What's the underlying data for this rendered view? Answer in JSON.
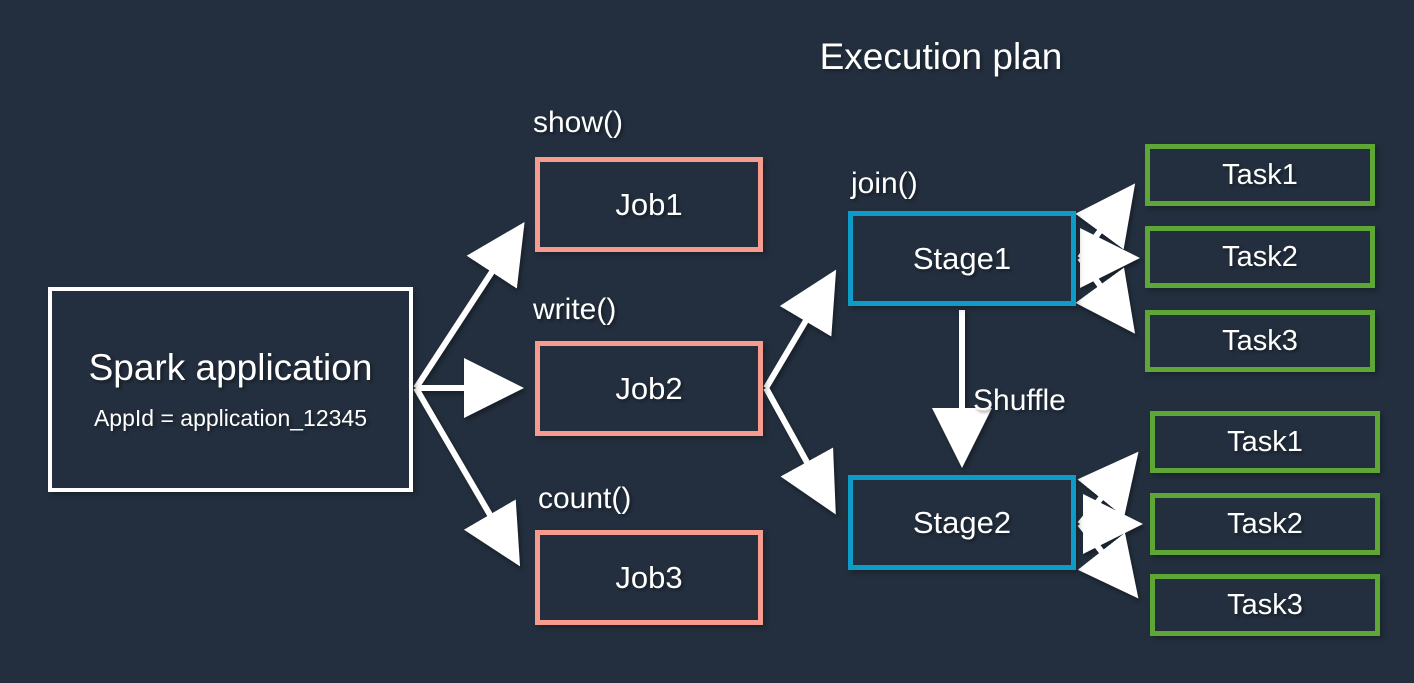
{
  "title": "Execution plan",
  "colors": {
    "background": "#232F3E",
    "box_text": "#FFFFFF",
    "spark_border": "#FFFFFF",
    "job_border": "#F89B8F",
    "stage_border": "#0D9CC7",
    "task_border": "#5EA636",
    "arrow": "#FFFFFF"
  },
  "spark": {
    "title": "Spark application",
    "subtitle": "AppId = application_12345"
  },
  "jobs": [
    {
      "label": "Job1",
      "method": "show()"
    },
    {
      "label": "Job2",
      "method": "write()"
    },
    {
      "label": "Job3",
      "method": "count()"
    }
  ],
  "stages": [
    {
      "label": "Stage1",
      "method": "join()"
    },
    {
      "label": "Stage2"
    }
  ],
  "shuffle_label": "Shuffle",
  "task_groups": [
    {
      "stage": "Stage1",
      "tasks": [
        "Task1",
        "Task2",
        "Task3"
      ]
    },
    {
      "stage": "Stage2",
      "tasks": [
        "Task1",
        "Task2",
        "Task3"
      ]
    }
  ]
}
